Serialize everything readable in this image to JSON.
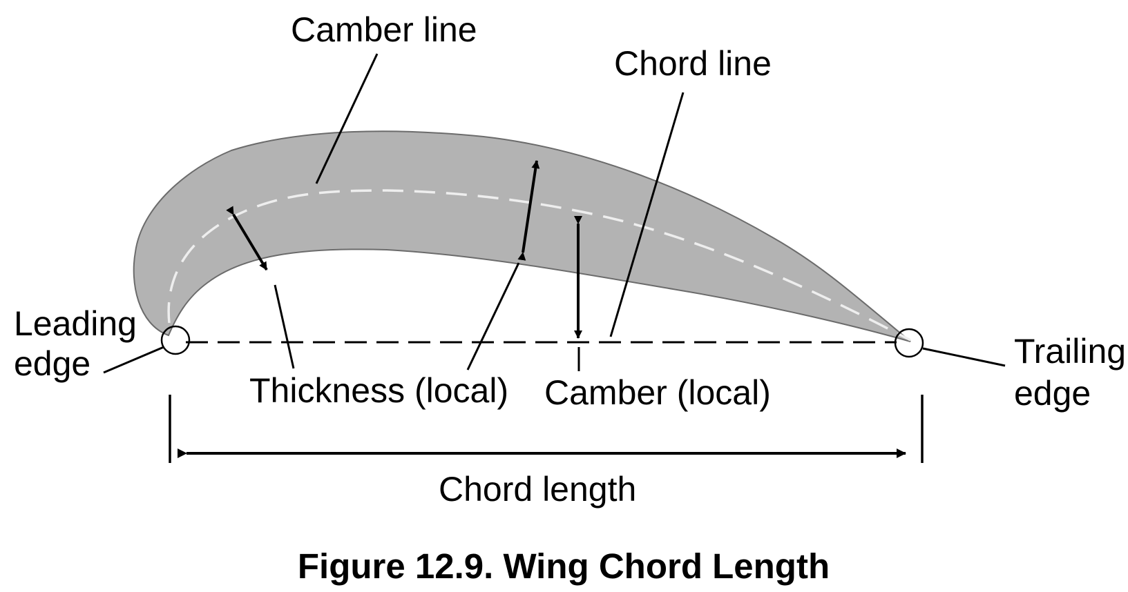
{
  "labels": {
    "camber_line": "Camber line",
    "chord_line": "Chord line",
    "leading_edge_1": "Leading",
    "leading_edge_2": "edge",
    "trailing_edge_1": "Trailing",
    "trailing_edge_2": "edge",
    "thickness_local": "Thickness (local)",
    "camber_local": "Camber (local)",
    "chord_length": "Chord length"
  },
  "caption": "Figure 12.9. Wing Chord Length",
  "colors": {
    "airfoil_fill": "#b3b3b3",
    "airfoil_stroke": "#6b6b6b",
    "camber_line": "#eeeeee",
    "ink": "#000000"
  }
}
